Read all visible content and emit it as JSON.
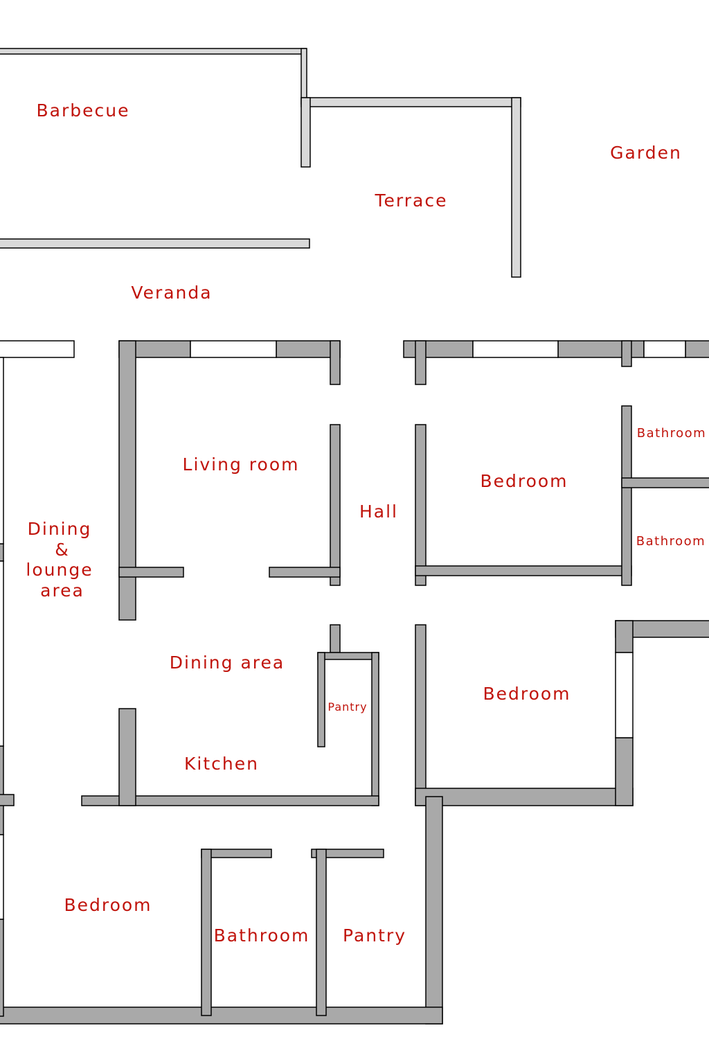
{
  "colors": {
    "wall_fill": "#a9a9a9",
    "wall_stroke": "#000000",
    "light_wall_fill": "#d9d9d9",
    "window_fill": "#ffffff",
    "label_color": "#c0140c"
  },
  "labels": {
    "barbecue": "Barbecue",
    "garden": "Garden",
    "terrace": "Terrace",
    "veranda": "Veranda",
    "living_room": "Living room",
    "hall": "Hall",
    "bedroom_ne": "Bedroom",
    "bathroom_upper": "Bathroom",
    "bathroom_lower": "Bathroom",
    "dining_lounge": [
      "Dining",
      "&",
      "lounge",
      "area"
    ],
    "dining_area": "Dining area",
    "pantry_small": "Pantry",
    "kitchen": "Kitchen",
    "bedroom_e": "Bedroom",
    "bedroom_sw": "Bedroom",
    "bathroom_s": "Bathroom",
    "pantry_s": "Pantry"
  }
}
